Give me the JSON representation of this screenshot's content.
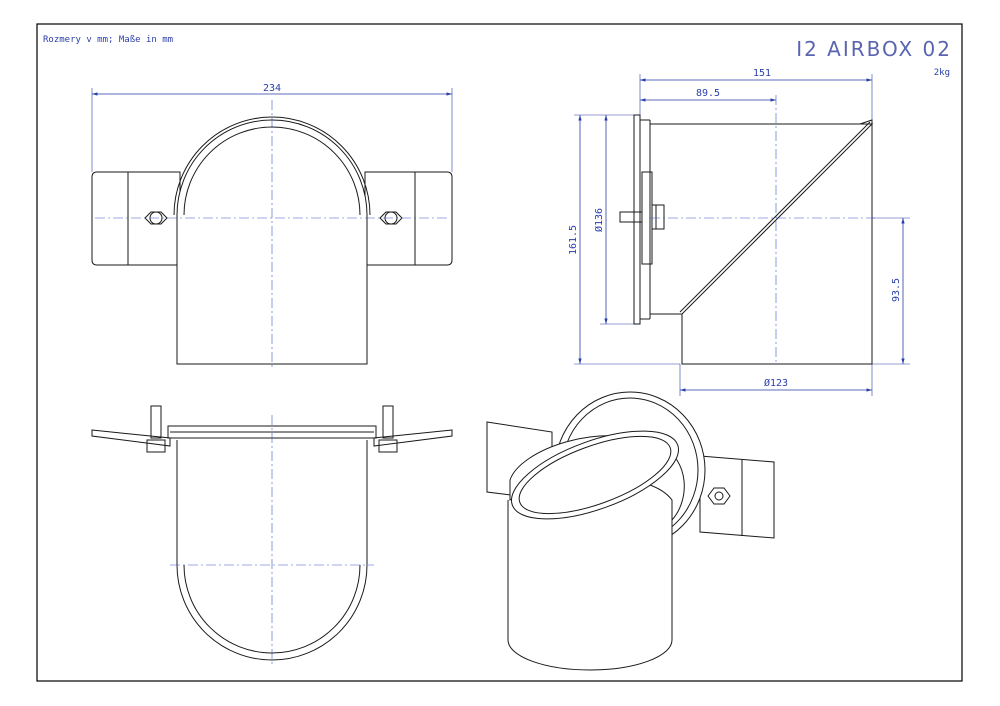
{
  "note": "Rozmery v mm; Maße in mm",
  "title": "I2 AIRBOX 02",
  "weight": "2kg",
  "dimensions": {
    "top_width": "234",
    "side_total_width": "151",
    "side_inner_width": "89.5",
    "side_height": "161.5",
    "side_flange_diameter": "Ø136",
    "side_outlet_height": "93.5",
    "side_pipe_diameter": "Ø123"
  },
  "colors": {
    "line": "#1a1a1a",
    "dimension": "#2a3ea8",
    "centerline": "#3b55c8",
    "frame": "#000000"
  }
}
